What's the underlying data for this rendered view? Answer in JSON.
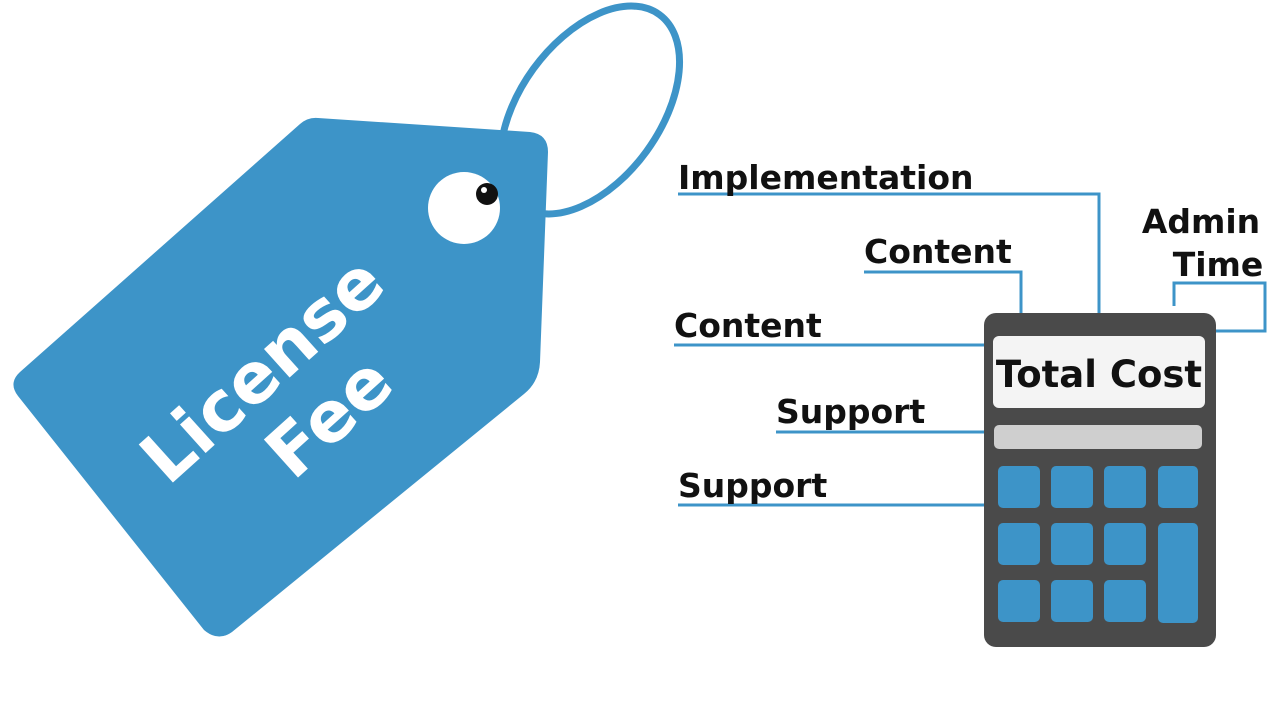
{
  "colors": {
    "tag_blue": "#3d94c8",
    "line_blue": "#3d94c8",
    "calc_body": "#4a4a4a",
    "key_blue": "#3d94c8",
    "screen_bg": "#f4f4f4",
    "display_bar": "#cfcfcf"
  },
  "tag": {
    "line1": "License",
    "line2": "Fee"
  },
  "labels": {
    "implementation": "Implementation",
    "content_upper": "Content",
    "content_lower": "Content",
    "support_upper": "Support",
    "support_lower": "Support",
    "admin_line1": "Admin",
    "admin_line2": "Time"
  },
  "calculator": {
    "screen_text": "Total Cost"
  }
}
